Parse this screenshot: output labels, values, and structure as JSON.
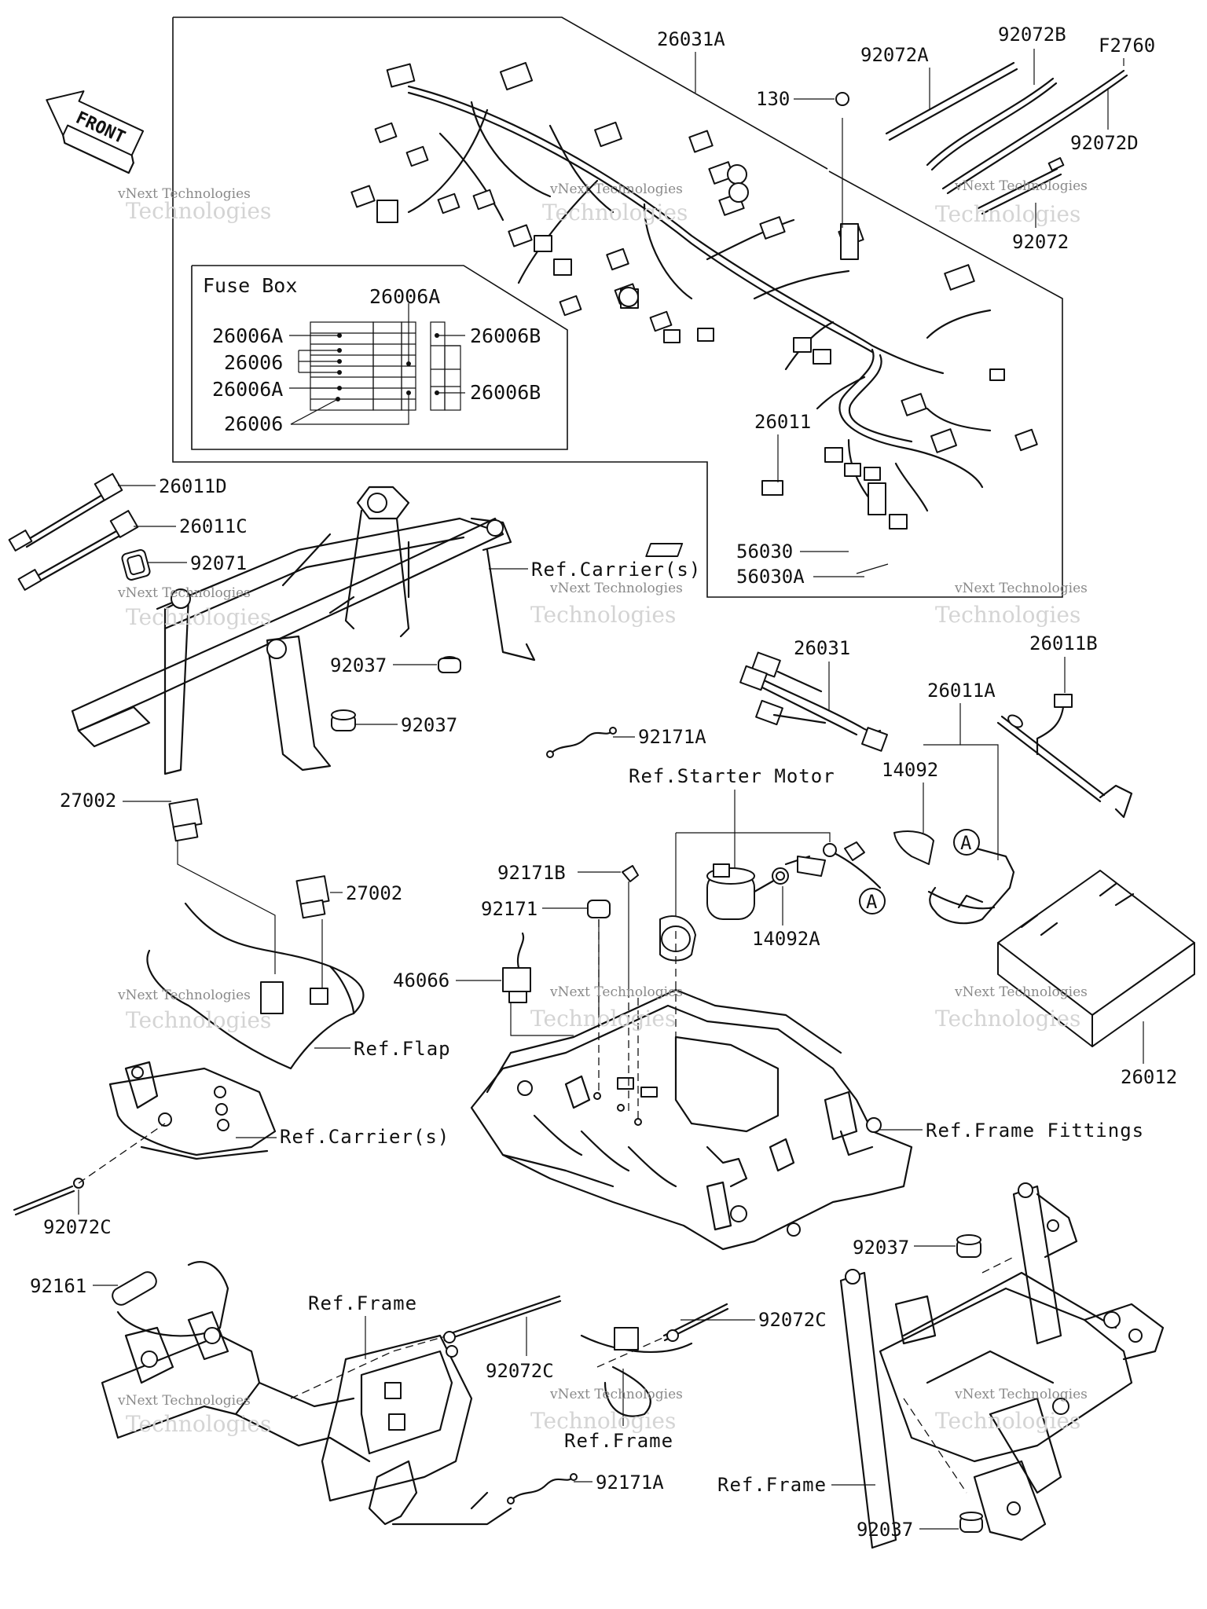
{
  "diagram": {
    "fuse_box_title": "Fuse Box",
    "front_label": "FRONT",
    "callout_a": "A",
    "parts": {
      "p26031A": "26031A",
      "p92072A": "92072A",
      "p92072B": "92072B",
      "pF2760": "F2760",
      "p130": "130",
      "p92072D": "92072D",
      "p92072": "92072",
      "fb26006A_top": "26006A",
      "fb26006A_1": "26006A",
      "fb26006B_1": "26006B",
      "fb26006_1": "26006",
      "fb26006A_2": "26006A",
      "fb26006B_2": "26006B",
      "fb26006_2": "26006",
      "p26011": "26011",
      "p56030": "56030",
      "p56030A": "56030A",
      "p26011D": "26011D",
      "p26011C": "26011C",
      "p92071": "92071",
      "p92037_a": "92037",
      "p92037_b": "92037",
      "p26031": "26031",
      "p26011B": "26011B",
      "p26011A": "26011A",
      "p14092": "14092",
      "p92171A_a": "92171A",
      "p27002_a": "27002",
      "p27002_b": "27002",
      "p92171B": "92171B",
      "p92171": "92171",
      "p14092A": "14092A",
      "p46066": "46066",
      "p26012": "26012",
      "p92072C_a": "92072C",
      "p92161": "92161",
      "p92072C_b": "92072C",
      "p92072C_c": "92072C",
      "p92037_c": "92037",
      "p92171A_b": "92171A",
      "p92037_d": "92037"
    },
    "refs": {
      "carrier_a": "Ref.Carrier(s)",
      "starter_motor": "Ref.Starter Motor",
      "flap": "Ref.Flap",
      "carrier_b": "Ref.Carrier(s)",
      "frame_fittings": "Ref.Frame Fittings",
      "frame_a": "Ref.Frame",
      "frame_b": "Ref.Frame",
      "frame_c": "Ref.Frame"
    },
    "watermark": {
      "line1": "vNext Technologies",
      "line2": "Technologies"
    }
  }
}
